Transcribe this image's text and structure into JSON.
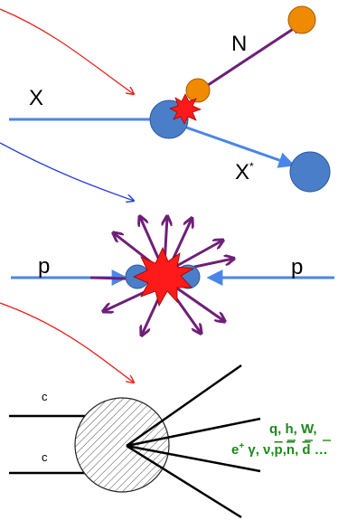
{
  "panels": {
    "elastic": {
      "incoming_label": "X",
      "outgoing_label": "X",
      "outgoing_superscript": "*",
      "recoil_label": "N",
      "colors": {
        "beam": "#4a86e8",
        "nucleus": "#4a7ec9",
        "recoil": "#f08a00",
        "flash": "#ff1a1a",
        "recoil_arrow": "#6e1f78"
      }
    },
    "collider": {
      "left_label": "p",
      "right_label": "p",
      "colors": {
        "beam": "#4a86e8",
        "proton": "#4a7ec9",
        "flash": "#ff1a1a",
        "products": "#6e1f78"
      }
    },
    "annihilation": {
      "top_label": "c",
      "bottom_label": "c",
      "products_line1": "q, h, W,",
      "products_line2_parts": [
        "e",
        "+",
        " γ, ν,",
        "p",
        ",",
        "n",
        ", ",
        "d",
        " …"
      ],
      "colors": {
        "products_text": "#1a8a1a",
        "lines": "#000000"
      }
    }
  },
  "connectors": {
    "colors": {
      "red": "#e8231f",
      "blue": "#2a3ee0"
    }
  }
}
